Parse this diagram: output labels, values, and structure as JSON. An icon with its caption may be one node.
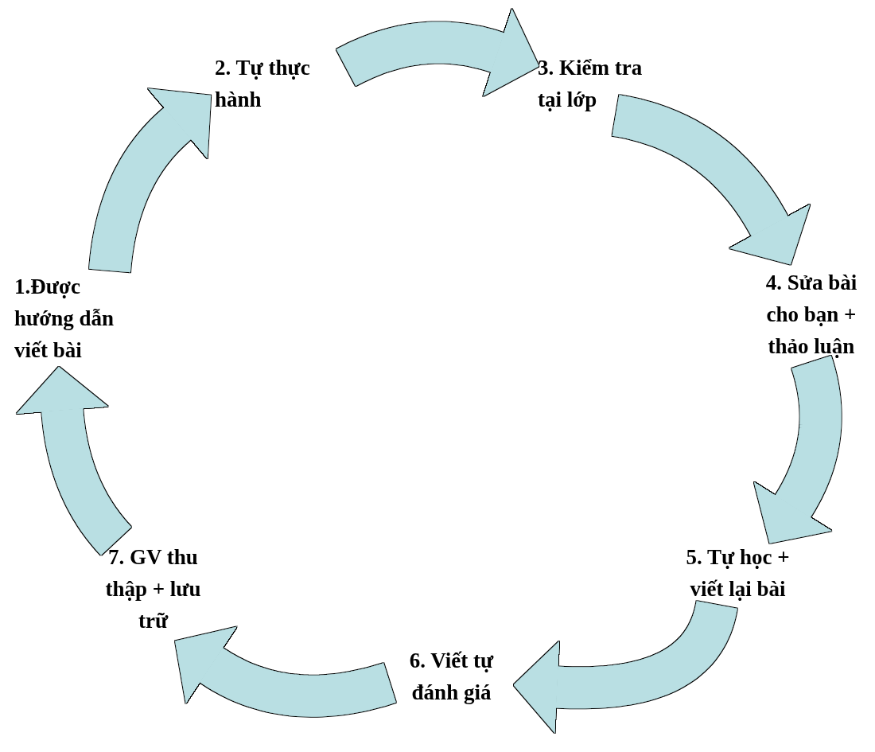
{
  "diagram": {
    "nodes": [
      {
        "text": [
          "1.Được hướng dẫn viết bài"
        ]
      },
      {
        "text": [
          "2. Tự thực hành"
        ]
      },
      {
        "text": [
          "3. Kiểm tra tại lớp"
        ]
      },
      {
        "text": [
          "4. Sửa bài cho bạn + thảo luận"
        ]
      },
      {
        "text": [
          "5. Tự học + viết lại bài"
        ]
      },
      {
        "text": [
          "6. Viết tự đánh giá"
        ]
      },
      {
        "text": [
          "7. GV thu thập + lưu trữ"
        ]
      }
    ],
    "edges": [
      {
        "from": 0,
        "to": 1,
        "arrow": "to"
      },
      {
        "from": 1,
        "to": 2,
        "arrow": "to"
      },
      {
        "from": 2,
        "to": 3,
        "arrow": "to"
      },
      {
        "from": 3,
        "to": 4,
        "arrow": "to"
      },
      {
        "from": 4,
        "to": 5,
        "arrow": "to"
      },
      {
        "from": 5,
        "to": 6,
        "arrow": "to"
      },
      {
        "from": 6,
        "to": 0,
        "arrow": "to"
      }
    ]
  }
}
